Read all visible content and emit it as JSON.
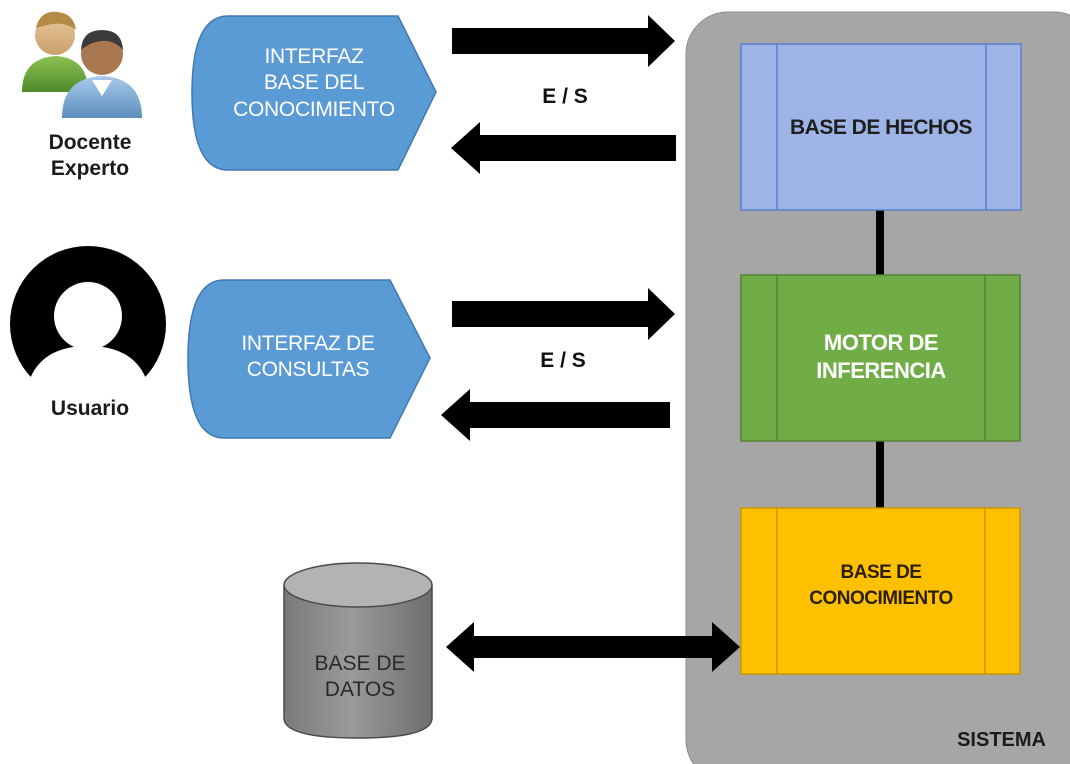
{
  "actors": {
    "docente": {
      "line1": "Docente",
      "line2": "Experto",
      "icon": "user-group-icon"
    },
    "usuario": {
      "label": "Usuario",
      "icon": "user-silhouette-icon"
    }
  },
  "interfaces": {
    "base_conocimiento": {
      "line1": "INTERFAZ",
      "line2": "BASE DEL",
      "line3": "CONOCIMIENTO",
      "color": "#5b9bd5"
    },
    "consultas": {
      "line1": "INTERFAZ DE",
      "line2": "CONSULTAS",
      "color": "#5b9bd5"
    }
  },
  "io_labels": {
    "top": "E / S",
    "middle": "E / S"
  },
  "system": {
    "label": "SISTEMA",
    "color": "#a6a6a6",
    "components": {
      "base_hechos": {
        "label": "BASE DE HECHOS",
        "color": "#9fb4e6"
      },
      "motor": {
        "line1": "MOTOR DE",
        "line2": "INFERENCIA",
        "color": "#70ad47"
      },
      "base_conocimiento": {
        "line1": "BASE DE",
        "line2": "CONOCIMIENTO",
        "color": "#ffc000"
      }
    }
  },
  "database": {
    "line1": "BASE DE",
    "line2": "DATOS",
    "color": "#8c8c8c"
  }
}
